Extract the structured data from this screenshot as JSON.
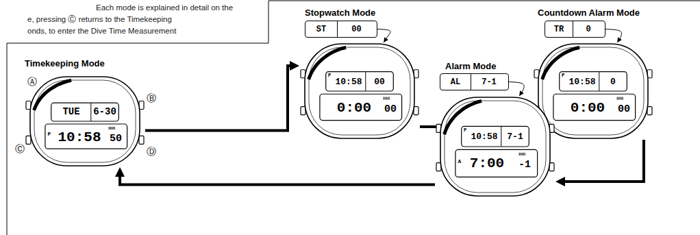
{
  "diagram": {
    "nodes": [
      {
        "text": [
          "Timekeeping Mode",
          "TUE",
          "6-30",
          "P",
          "10:58",
          "50"
        ]
      },
      {
        "text": [
          "ST",
          "00"
        ]
      },
      {
        "text": [
          "Stopwatch Mode",
          "P",
          "10:58",
          "00",
          "0:00",
          "00"
        ]
      },
      {
        "text": [
          "TR",
          "0"
        ]
      },
      {
        "text": [
          "Countdown Alarm Mode",
          "P",
          "10:58",
          "0",
          "0:00",
          "00"
        ]
      },
      {
        "text": [
          "AL",
          "7-1"
        ]
      },
      {
        "text": [
          "Alarm Mode",
          "P",
          "10:58",
          "7-1",
          "A",
          "7:00",
          "-1"
        ]
      }
    ],
    "edges": [
      {
        "from": 0,
        "to": 2,
        "arrow": "to"
      },
      {
        "from": 2,
        "to": 4,
        "arrow": "to"
      },
      {
        "from": 4,
        "to": 6,
        "arrow": "to"
      },
      {
        "from": 6,
        "to": 0,
        "arrow": "to"
      },
      {
        "from": 1,
        "to": 2,
        "arrow": "to"
      },
      {
        "from": 3,
        "to": 4,
        "arrow": "to"
      },
      {
        "from": 5,
        "to": 6,
        "arrow": "to"
      }
    ],
    "labels": [
      "Each mode is explained in detail on the",
      "e, pressing Ⓒ returns to the Timekeeping",
      "onds, to enter the Dive Time Measurement",
      "Ⓐ",
      "Ⓑ",
      "Ⓒ",
      "Ⓓ"
    ]
  }
}
